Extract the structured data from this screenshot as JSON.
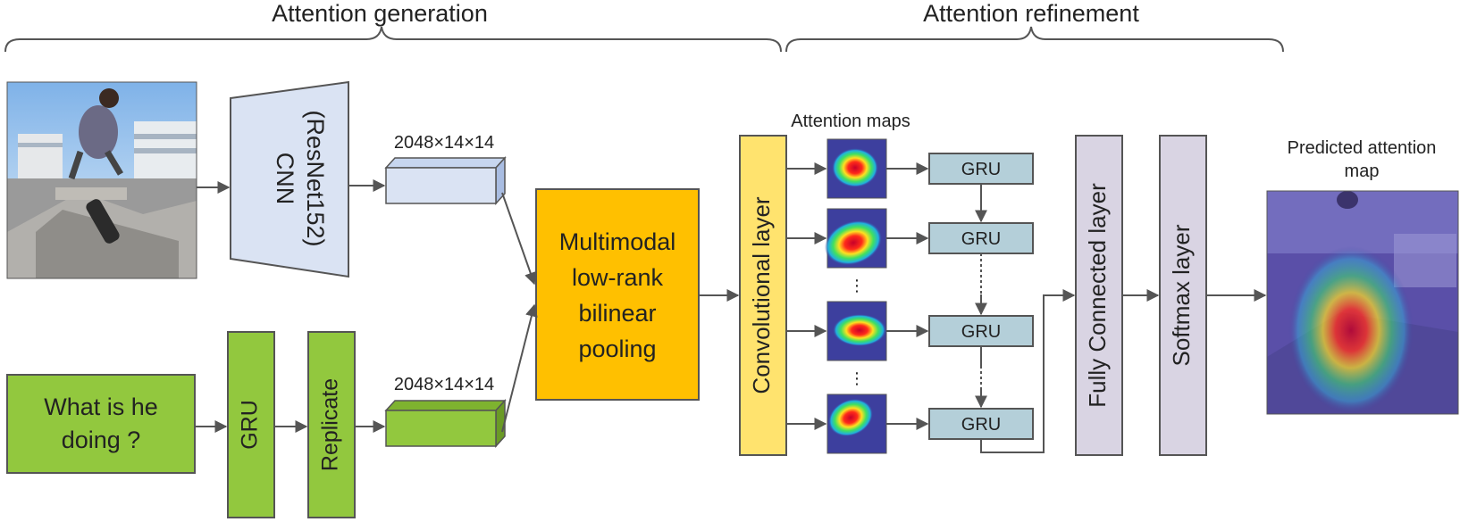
{
  "sections": {
    "generation": "Attention generation",
    "refinement": "Attention refinement"
  },
  "cnn": {
    "line1": "CNN",
    "line2": "(ResNet152)"
  },
  "feature_dims": {
    "image": "2048×14×14",
    "question": "2048×14×14"
  },
  "question": {
    "line1": "What is he",
    "line2": "doing ?"
  },
  "gru_label": "GRU",
  "replicate_label": "Replicate",
  "pooling": {
    "line1": "Multimodal",
    "line2": "low-rank",
    "line3": "bilinear",
    "line4": "pooling"
  },
  "conv_label": "Convolutional layer",
  "attention_maps_label": "Attention maps",
  "refine_grus": [
    "GRU",
    "GRU",
    "GRU",
    "GRU"
  ],
  "fc_label": "Fully Connected layer",
  "softmax_label": "Softmax layer",
  "predicted": {
    "line1": "Predicted attention",
    "line2": "map"
  },
  "colors": {
    "cnn_fill": "#dae3f3",
    "green_fill": "#92c83e",
    "pool_fill": "#ffc000",
    "conv_fill": "#ffe36e",
    "gru_fill": "#b4cfd9",
    "layer_fill": "#d9d4e3",
    "heat_bg": "#3d3f9e"
  }
}
